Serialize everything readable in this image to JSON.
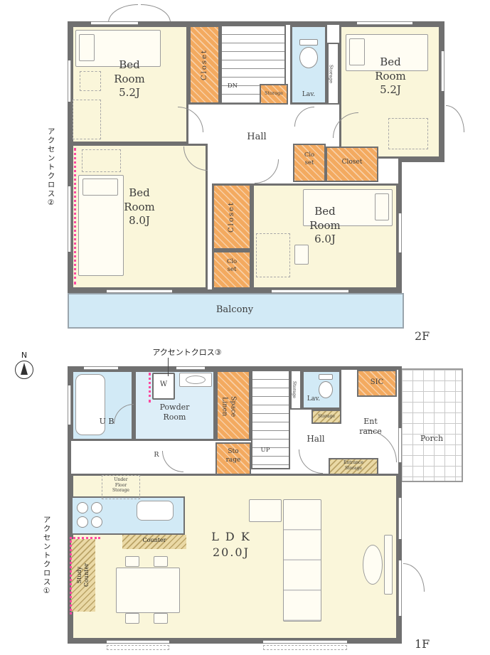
{
  "colors": {
    "wall": "#707070",
    "room_cream": "#faf6da",
    "closet_orange": "#f3aa60",
    "water_blue": "#d2eaf6",
    "accent_pink": "#ff49a0",
    "counter_wood": "#ead9a6"
  },
  "compass": {
    "label": "N"
  },
  "floor2": {
    "floor_label": "2F",
    "accent_note": "アクセントクロス②",
    "bedroom_nw": "Bed\nRoom\n5.2J",
    "bedroom_ne": "Bed\nRoom\n5.2J",
    "bedroom_w": "Bed\nRoom\n8.0J",
    "bedroom_se": "Bed\nRoom\n6.0J",
    "closet_a": "Closet",
    "closet_b": "Closet",
    "closet_c": "Clo\nset",
    "closet_d": "Clo\nset",
    "closet_e": "Closet",
    "storage_a": "Storage",
    "storage_b": "Storage",
    "lav": "Lav.",
    "hall": "Hall",
    "dn": "DN",
    "balcony": "Balcony"
  },
  "floor1": {
    "floor_label": "1F",
    "accent_note_1": "アクセントクロス①",
    "accent_note_3": "アクセントクロス③",
    "unit_bath": "U B",
    "powder_room": "Powder\nRoom",
    "washer": "W",
    "linen_space": "Linen\nSpace",
    "up": "UP",
    "storage_stair": "Storage",
    "lav": "Lav.",
    "storage_small": "Storage",
    "sic": "SIC",
    "entrance": "Ent\nrance",
    "entrance_storage": "Entrance\nStorage",
    "porch": "Porch",
    "hall": "Hall",
    "storage_mid": "Sto\nrage",
    "refrigerator": "R",
    "under_floor_storage": "Under\nFloor\nStorage",
    "counter": "Counter",
    "study_counter": "Study\nCounter",
    "ldk": "L D K\n20.0J"
  }
}
